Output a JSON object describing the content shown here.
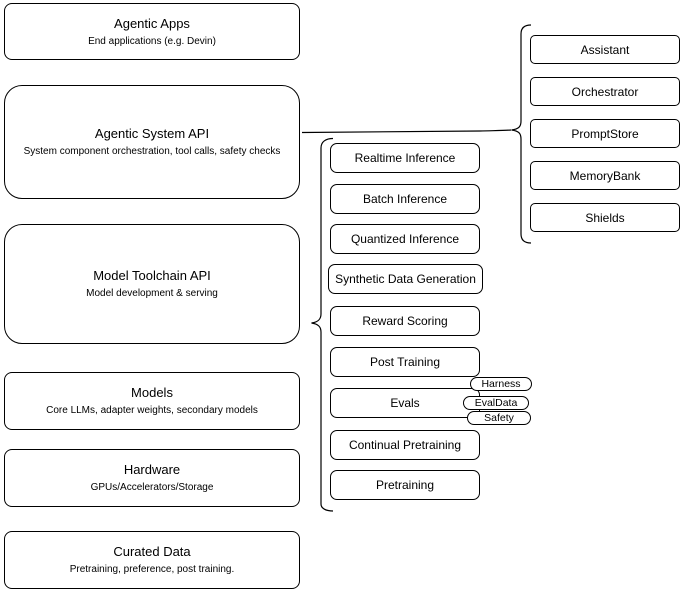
{
  "diagram": {
    "layers": [
      {
        "id": "agentic-apps",
        "title": "Agentic Apps",
        "subtitle": "End applications (e.g. Devin)"
      },
      {
        "id": "agentic-system-api",
        "title": "Agentic System API",
        "subtitle": "System component orchestration, tool calls, safety checks"
      },
      {
        "id": "model-toolchain-api",
        "title": "Model Toolchain API",
        "subtitle": "Model development & serving"
      },
      {
        "id": "models",
        "title": "Models",
        "subtitle": "Core LLMs, adapter weights, secondary models"
      },
      {
        "id": "hardware",
        "title": "Hardware",
        "subtitle": "GPUs/Accelerators/Storage"
      },
      {
        "id": "curated-data",
        "title": "Curated Data",
        "subtitle": "Pretraining, preference, post training."
      }
    ],
    "toolchain": {
      "items": [
        "Realtime Inference",
        "Batch Inference",
        "Quantized Inference",
        "Synthetic Data Generation",
        "Reward Scoring",
        "Post Training",
        "Evals",
        "Continual Pretraining",
        "Pretraining"
      ],
      "evals_tags": [
        "Harness",
        "EvalData",
        "Safety"
      ]
    },
    "system": {
      "items": [
        "Assistant",
        "Orchestrator",
        "PromptStore",
        "MemoryBank",
        "Shields"
      ]
    },
    "colors": {
      "stroke": "#000000",
      "background": "#ffffff",
      "text": "#000000"
    }
  }
}
